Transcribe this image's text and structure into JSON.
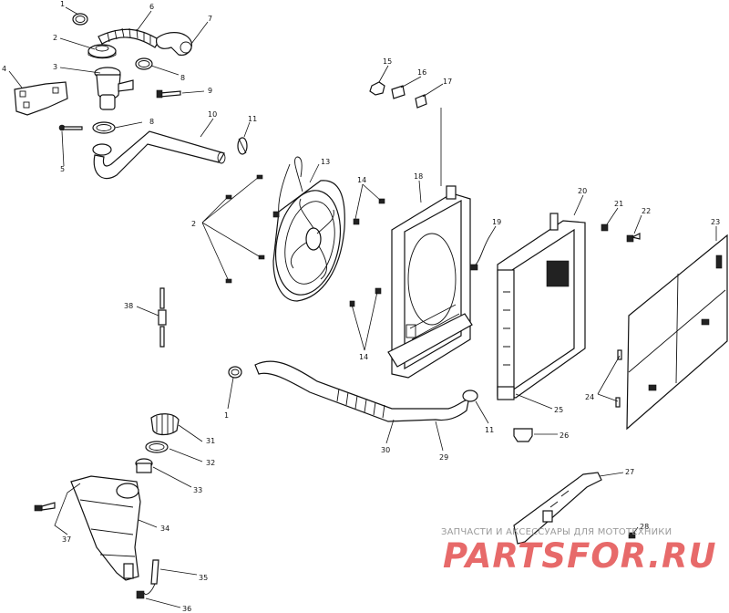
{
  "diagram": {
    "callouts": [
      {
        "id": "c1a",
        "text": "1"
      },
      {
        "id": "c6",
        "text": "6"
      },
      {
        "id": "c7",
        "text": "7"
      },
      {
        "id": "c2a",
        "text": "2"
      },
      {
        "id": "c8a",
        "text": "8"
      },
      {
        "id": "c3",
        "text": "3"
      },
      {
        "id": "c4",
        "text": "4"
      },
      {
        "id": "c9",
        "text": "9"
      },
      {
        "id": "c8b",
        "text": "8"
      },
      {
        "id": "c5",
        "text": "5"
      },
      {
        "id": "c10",
        "text": "10"
      },
      {
        "id": "c11a",
        "text": "11"
      },
      {
        "id": "c13",
        "text": "13"
      },
      {
        "id": "c2b",
        "text": "2"
      },
      {
        "id": "c14a",
        "text": "14"
      },
      {
        "id": "c14b",
        "text": "14"
      },
      {
        "id": "c15",
        "text": "15"
      },
      {
        "id": "c16",
        "text": "16"
      },
      {
        "id": "c17",
        "text": "17"
      },
      {
        "id": "c18",
        "text": "18"
      },
      {
        "id": "c19",
        "text": "19"
      },
      {
        "id": "c20",
        "text": "20"
      },
      {
        "id": "c21",
        "text": "21"
      },
      {
        "id": "c22",
        "text": "22"
      },
      {
        "id": "c23",
        "text": "23"
      },
      {
        "id": "c24",
        "text": "24"
      },
      {
        "id": "c25",
        "text": "25"
      },
      {
        "id": "c26",
        "text": "26"
      },
      {
        "id": "c11b",
        "text": "11"
      },
      {
        "id": "c38",
        "text": "38"
      },
      {
        "id": "c1b",
        "text": "1"
      },
      {
        "id": "c30",
        "text": "30"
      },
      {
        "id": "c29",
        "text": "29"
      },
      {
        "id": "c31",
        "text": "31"
      },
      {
        "id": "c32",
        "text": "32"
      },
      {
        "id": "c33",
        "text": "33"
      },
      {
        "id": "c27",
        "text": "27"
      },
      {
        "id": "c37",
        "text": "37"
      },
      {
        "id": "c34",
        "text": "34"
      },
      {
        "id": "c35",
        "text": "35"
      },
      {
        "id": "c36",
        "text": "36"
      },
      {
        "id": "c28",
        "text": "28"
      }
    ]
  },
  "watermark": {
    "caption": "ЗАПЧАСТИ И АКСЕССУАРЫ ДЛЯ МОТОТЕХНИКИ",
    "logo": "PARTSFOR.RU",
    "logo_color": "#e24a4a"
  },
  "colors": {
    "line": "#111111",
    "background": "#ffffff"
  }
}
